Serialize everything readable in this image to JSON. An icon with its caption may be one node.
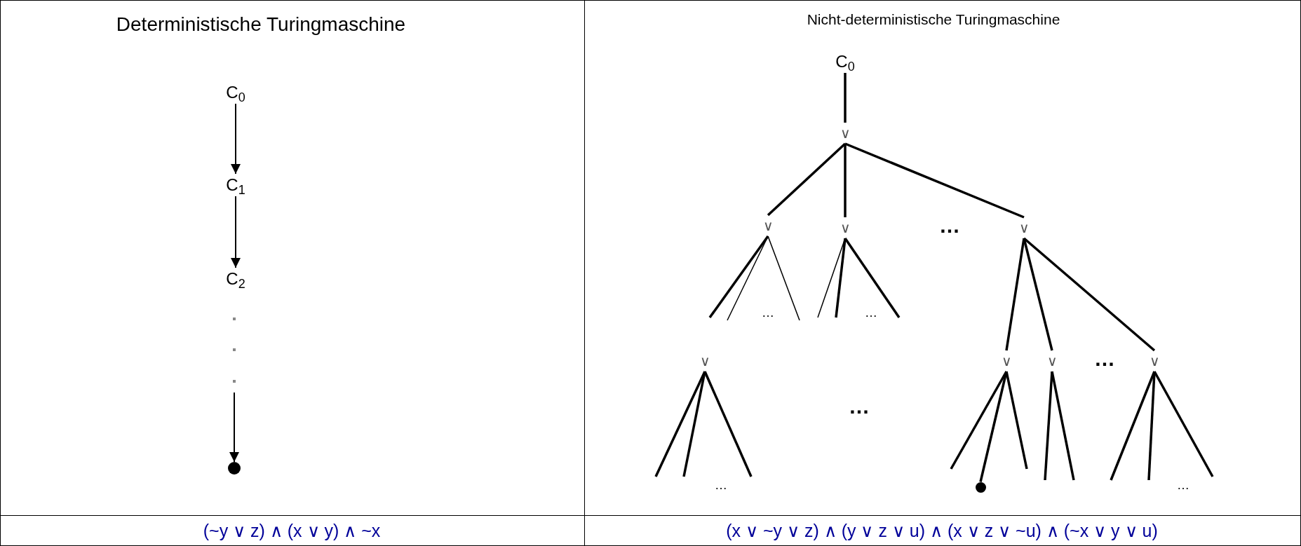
{
  "diagram": {
    "nodes": [
      {
        "text": [
          "C$_{0}$"
        ]
      },
      {
        "text": [
          "C$_{1}$"
        ]
      },
      {
        "text": [
          "C$_{2}$"
        ]
      },
      {
        "text": [],
        "shape": "circle"
      },
      {
        "text": [
          "C$_{0}$"
        ]
      },
      {
        "text": [
          "∨"
        ]
      },
      {
        "text": [
          "∨"
        ]
      },
      {
        "text": [
          "∨"
        ]
      },
      {
        "text": [
          "∨"
        ]
      },
      {
        "text": [
          "∨"
        ]
      },
      {
        "text": [
          "∨"
        ]
      },
      {
        "text": [
          "∨"
        ]
      },
      {
        "text": [
          "∨"
        ]
      },
      {
        "text": [],
        "shape": "circle"
      }
    ],
    "edges": [
      {
        "from": 0,
        "to": 1,
        "arrow": "to"
      },
      {
        "from": 1,
        "to": 2,
        "arrow": "to"
      },
      {
        "from": null,
        "to": 3,
        "arrow": "to"
      },
      {
        "from": 4,
        "to": 5,
        "arrow": "none"
      },
      {
        "from": 5,
        "to": 6,
        "arrow": "none"
      },
      {
        "from": 5,
        "to": 7,
        "arrow": "none"
      },
      {
        "from": 5,
        "to": 8,
        "arrow": "none"
      },
      {
        "from": 6,
        "to": null,
        "arrow": "none"
      },
      {
        "from": 6,
        "to": null,
        "arrow": "none"
      },
      {
        "from": 6,
        "to": null,
        "arrow": "none"
      },
      {
        "from": 7,
        "to": null,
        "arrow": "none"
      },
      {
        "from": 7,
        "to": null,
        "arrow": "none"
      },
      {
        "from": 7,
        "to": null,
        "arrow": "none"
      },
      {
        "from": 8,
        "to": 10,
        "arrow": "none"
      },
      {
        "from": 8,
        "to": 11,
        "arrow": "none"
      },
      {
        "from": 8,
        "to": 12,
        "arrow": "none"
      },
      {
        "from": 9,
        "to": null,
        "arrow": "none"
      },
      {
        "from": 9,
        "to": null,
        "arrow": "none"
      },
      {
        "from": 9,
        "to": null,
        "arrow": "none"
      },
      {
        "from": 10,
        "to": null,
        "arrow": "none"
      },
      {
        "from": 10,
        "to": 13,
        "arrow": "none"
      },
      {
        "from": 10,
        "to": null,
        "arrow": "none"
      },
      {
        "from": 11,
        "to": null,
        "arrow": "none"
      },
      {
        "from": 11,
        "to": null,
        "arrow": "none"
      },
      {
        "from": 12,
        "to": null,
        "arrow": "none"
      },
      {
        "from": 12,
        "to": null,
        "arrow": "none"
      },
      {
        "from": 12,
        "to": null,
        "arrow": "none"
      }
    ],
    "labels": [
      "Deterministische Turingmaschine",
      "Nicht-deterministische Turingmaschine",
      "…",
      "…",
      "…",
      "…",
      "…",
      "…",
      "…",
      "(~y ∨ z) ∧ (x ∨ y) ∧ ~x",
      "(x ∨ ~y ∨ z) ∧ (y ∨ z ∨ u) ∧ (x ∨ z ∨ ~u) ∧ (~x ∨ y ∨ u)"
    ]
  }
}
